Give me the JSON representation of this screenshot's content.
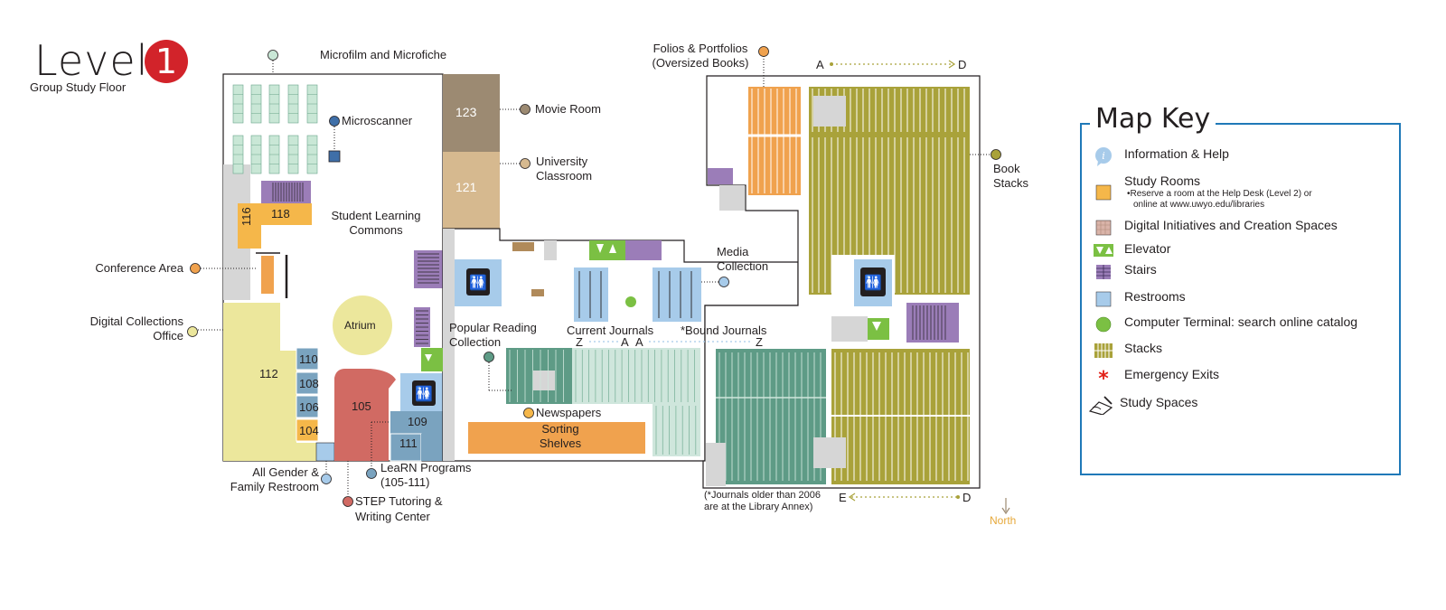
{
  "header": {
    "level_word": "Level",
    "level_number": "1",
    "subtitle": "Group Study Floor"
  },
  "rooms": {
    "r123": "123",
    "r121": "121",
    "r118": "118",
    "r116": "116",
    "r112": "112",
    "r110": "110",
    "r108": "108",
    "r106": "106",
    "r104": "104",
    "r105": "105",
    "r109": "109",
    "r111": "111",
    "atrium": "Atrium"
  },
  "labels": {
    "microfilm": "Microfilm and Microfiche",
    "microscanner": "Microscanner",
    "movie_room": "Movie Room",
    "university_classroom_1": "University",
    "university_classroom_2": "Classroom",
    "slc_1": "Student Learning",
    "slc_2": "Commons",
    "conference_area": "Conference Area",
    "digital_collections_1": "Digital Collections",
    "digital_collections_2": "Office",
    "popular_reading_1": "Popular Reading",
    "popular_reading_2": "Collection",
    "current_journals": "Current Journals",
    "bound_journals": "*Bound Journals",
    "media_collection_1": "Media",
    "media_collection_2": "Collection",
    "folios_1": "Folios & Portfolios",
    "folios_2": "(Oversized Books)",
    "book_stacks_1": "Book",
    "book_stacks_2": "Stacks",
    "newspapers": "Newspapers",
    "sorting_1": "Sorting",
    "sorting_2": "Shelves",
    "all_gender_1": "All Gender &",
    "all_gender_2": "Family Restroom",
    "learn_1": "LeaRN Programs",
    "learn_2": "(105-111)",
    "step_1": "STEP Tutoring &",
    "step_2": "Writing Center",
    "annex_note_1": "(*Journals older than 2006",
    "annex_note_2": "are at the Library Annex)",
    "north": "North"
  },
  "range_markers": {
    "top_a": "A",
    "top_d": "D",
    "bottom_e": "E",
    "bottom_d": "D",
    "cj_z": "Z",
    "cj_a": "A",
    "bj_a": "A",
    "bj_z": "Z"
  },
  "map_key": {
    "title": "Map Key",
    "items": [
      {
        "icon": "info-icon",
        "label": "Information & Help"
      },
      {
        "icon": "study-room-icon",
        "label": "Study Rooms",
        "note_1": "•Reserve a room at the Help Desk (Level 2) or",
        "note_2": "online at www.uwyo.edu/libraries"
      },
      {
        "icon": "digital-initiatives-icon",
        "label": "Digital Initiatives and Creation Spaces"
      },
      {
        "icon": "elevator-icon",
        "label": "Elevator"
      },
      {
        "icon": "stairs-icon",
        "label": "Stairs"
      },
      {
        "icon": "restroom-icon",
        "label": "Restrooms"
      },
      {
        "icon": "computer-terminal-icon",
        "label": "Computer Terminal: search online catalog"
      },
      {
        "icon": "stacks-icon",
        "label": "Stacks"
      },
      {
        "icon": "emergency-exit-icon",
        "label": "Emergency Exits"
      },
      {
        "icon": "study-spaces-icon",
        "label": "Study Spaces"
      }
    ]
  },
  "colors": {
    "stacks_olive": "#a9a23a",
    "journals_green": "#5e9b86",
    "study_room_orange": "#f5b74a",
    "room_brown": "#9c8a72",
    "room_tan": "#d6b98f",
    "step_red": "#d16a63",
    "learn_blue": "#7aa3bf",
    "restroom_blue": "#a7cbea",
    "stairs_purple": "#9b7db8",
    "elevator_green": "#7bc043",
    "office_yellow": "#ece79c",
    "sorting_orange": "#f0a24e",
    "key_border": "#1f79b8"
  }
}
